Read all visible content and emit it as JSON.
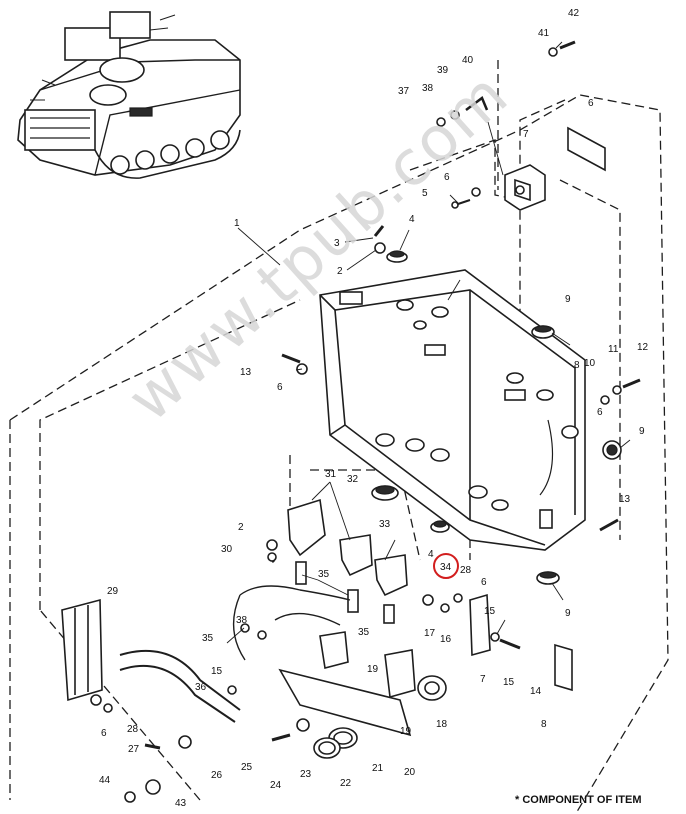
{
  "diagram": {
    "footnote": "* COMPONENT OF ITEM",
    "watermark": "www.tpub.com",
    "highlighted_callout": "34",
    "highlight_color": "#d21e1e",
    "callouts": {
      "c1": "1",
      "c2a": "2",
      "c2b": "2",
      "c3": "3",
      "c4a": "4",
      "c4b": "4",
      "c5": "5",
      "c6a": "6",
      "c6b": "6",
      "c6c": "6",
      "c6d": "6",
      "c6e": "6",
      "c6f": "6",
      "c7a": "7",
      "c7b": "7",
      "c8a": "8",
      "c8b": "8",
      "c9a": "9",
      "c9b": "9",
      "c9c": "9",
      "c10": "10",
      "c11": "11",
      "c12": "12",
      "c13a": "13",
      "c13b": "13",
      "c14": "14",
      "c15a": "15",
      "c15b": "15",
      "c15c": "15",
      "c16": "16",
      "c17": "17",
      "c18": "18",
      "c19a": "19",
      "c19b": "19",
      "c20": "20",
      "c21": "21",
      "c22": "22",
      "c23": "23",
      "c24": "24",
      "c25": "25",
      "c26": "26",
      "c27": "27",
      "c28a": "28",
      "c28b": "28",
      "c29": "29",
      "c30": "30",
      "c31": "31",
      "c32": "32",
      "c33": "33",
      "c34": "34",
      "c35a": "35",
      "c35b": "35",
      "c35c": "35",
      "c36": "36",
      "c37": "37",
      "c38a": "38",
      "c38b": "38",
      "c39": "39",
      "c40": "40",
      "c41": "41",
      "c42": "42",
      "c43": "43",
      "c44": "44"
    }
  }
}
